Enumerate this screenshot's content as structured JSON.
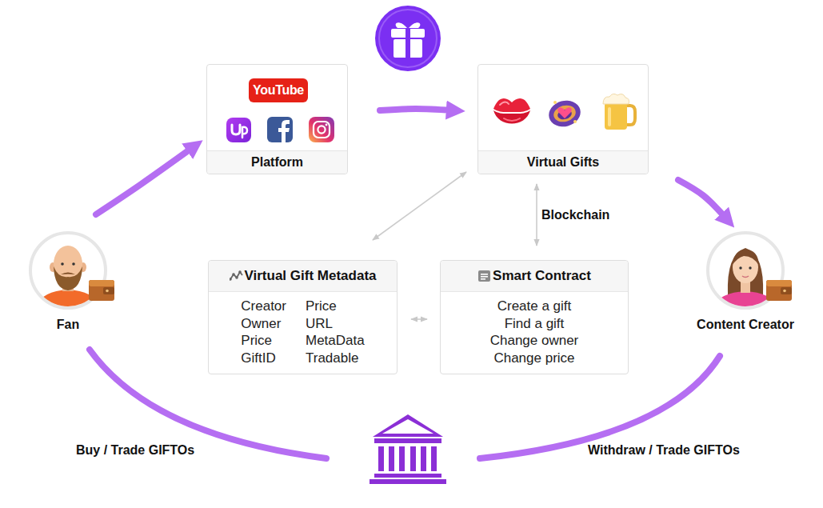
{
  "diagram": {
    "nodes": [
      {
        "text": [
          "Platform"
        ]
      },
      {
        "text": [
          "Virtual Gifts"
        ]
      },
      {
        "text": [
          "Virtual Gift Metadata",
          "Creator",
          "Owner",
          "Price",
          "GiftID",
          "Price",
          "URL",
          "MetaData",
          "Tradable"
        ]
      },
      {
        "text": [
          "Smart Contract",
          "Create a gift",
          "Find a gift",
          "Change owner",
          "Change price"
        ]
      },
      {
        "text": [
          "Fan"
        ]
      },
      {
        "text": [
          "Content Creator"
        ]
      }
    ],
    "edges": [
      {
        "from": 4,
        "to": 0,
        "arrow": "to"
      },
      {
        "from": 0,
        "to": 1,
        "arrow": "to"
      },
      {
        "from": 1,
        "to": 5,
        "arrow": "to"
      },
      {
        "from": 1,
        "to": 3,
        "label": "Blockchain",
        "arrow": "both"
      },
      {
        "from": 1,
        "to": 2,
        "arrow": "both"
      },
      {
        "from": 2,
        "to": 3,
        "arrow": "both"
      }
    ],
    "labels": [
      "YouTube",
      "Buy / Trade GIFTOs",
      "Withdraw / Trade GIFTOs"
    ]
  }
}
